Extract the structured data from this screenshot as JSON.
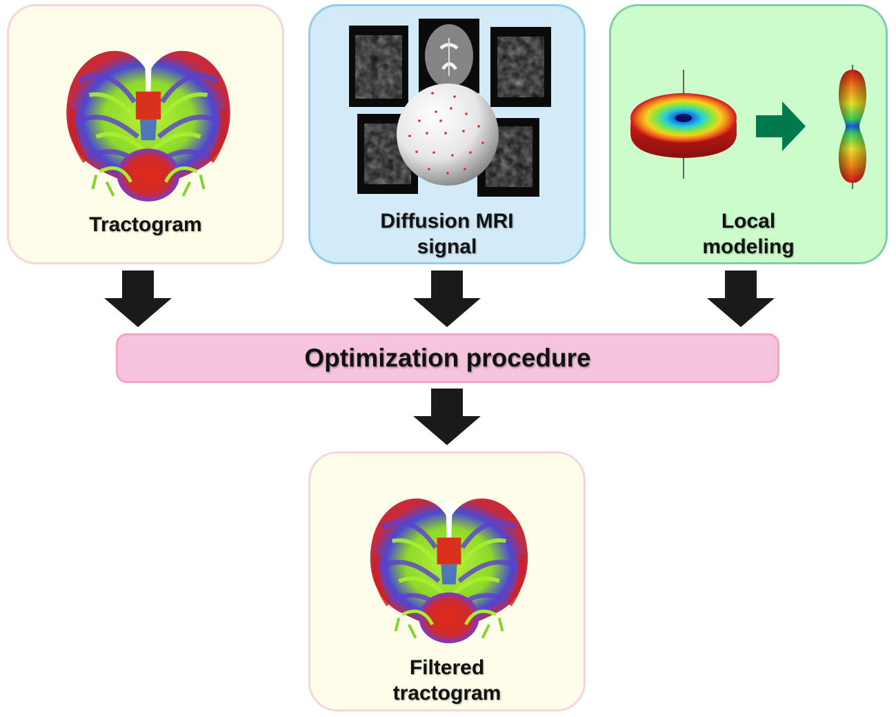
{
  "boxes": {
    "tractogram": {
      "title": "Tractogram"
    },
    "diffusion": {
      "line1": "Diffusion MRI",
      "line2": "signal"
    },
    "local": {
      "line1": "Local",
      "line2": "modeling"
    },
    "filtered": {
      "line1": "Filtered",
      "line2": "tractogram"
    }
  },
  "optimization": {
    "title": "Optimization procedure"
  },
  "colors": {
    "arrow": "#1a1a1a",
    "green_arrow": "#007a4d",
    "tract_box_bg": "#fefde9",
    "dmri_box_bg": "#d3eaf8",
    "local_box_bg": "#ccfccc",
    "opt_box_bg": "#f5c3dc"
  },
  "icons": [
    "brain-tractogram-icon",
    "mri-slice-icon",
    "sphere-icon",
    "odf-disc-icon",
    "odf-peanut-icon",
    "right-arrow-icon",
    "down-arrow-icon"
  ]
}
